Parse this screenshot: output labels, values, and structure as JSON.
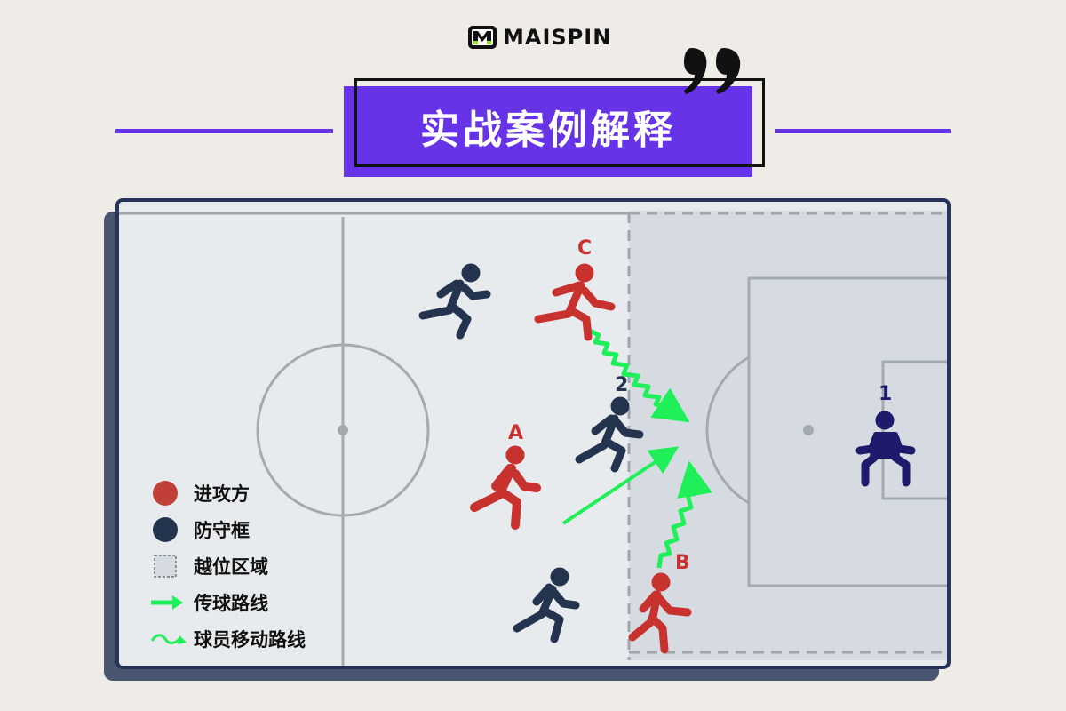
{
  "brand": {
    "name": "MAISPIN",
    "logo_icon": "m-logo-icon"
  },
  "title": {
    "text": "实战案例解释",
    "accent_color": "#6633e6",
    "quote_icon": "closing-quote-icon"
  },
  "colors": {
    "attack": "#c8322e",
    "defense": "#24344f",
    "goalkeeper": "#1f1a6b",
    "offside_area": "#d5dbe0",
    "pass_line": "#1ff05a",
    "field_line": "#a3aab0",
    "field_border": "#27355a"
  },
  "legend": {
    "items": [
      {
        "label": "进攻方",
        "icon": "red-circle-icon"
      },
      {
        "label": "防守框",
        "icon": "navy-circle-icon"
      },
      {
        "label": "越位区域",
        "icon": "dashed-square-icon"
      },
      {
        "label": "传球路线",
        "icon": "straight-arrow-icon"
      },
      {
        "label": "球员移动路线",
        "icon": "wavy-arrow-icon"
      }
    ]
  },
  "players": {
    "attackers": [
      {
        "label": "C"
      },
      {
        "label": "A"
      },
      {
        "label": "B"
      }
    ],
    "defenders": [
      {
        "label": ""
      },
      {
        "label": "2"
      },
      {
        "label": ""
      }
    ],
    "goalkeeper": {
      "label": "1"
    }
  }
}
